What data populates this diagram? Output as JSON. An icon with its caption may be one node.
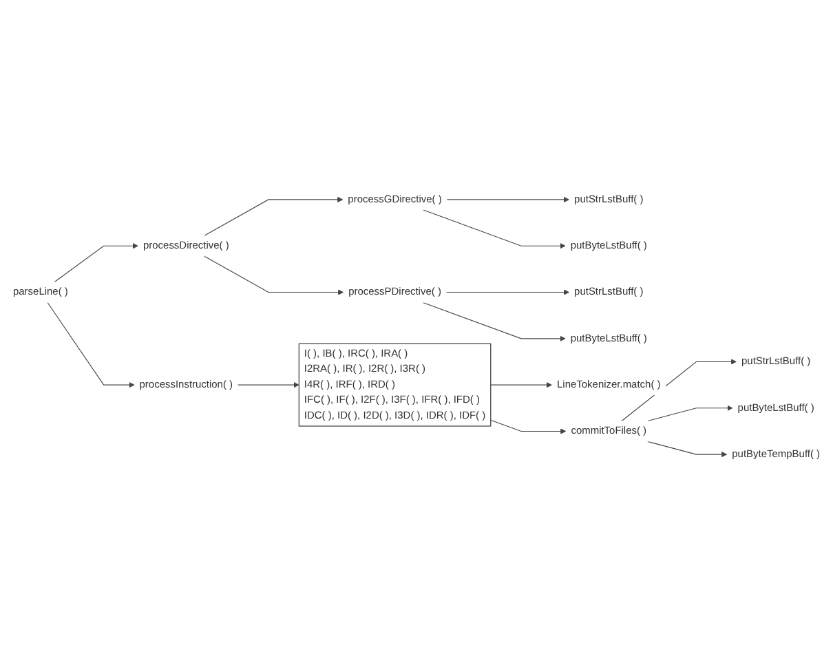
{
  "diagram": {
    "nodes": [
      {
        "text": [
          "parseLine( )"
        ]
      },
      {
        "text": [
          "processDirective( )"
        ]
      },
      {
        "text": [
          "processGDirective( )"
        ]
      },
      {
        "text": [
          "putStrLstBuff( )"
        ]
      },
      {
        "text": [
          "putByteLstBuff( )"
        ]
      },
      {
        "text": [
          "processPDirective( )"
        ]
      },
      {
        "text": [
          "putStrLstBuff( )"
        ]
      },
      {
        "text": [
          "putByteLstBuff( )"
        ]
      },
      {
        "text": [
          "processInstruction( )"
        ]
      },
      {
        "text": [
          "I( ), IB( ), IRC( ), IRA( )",
          "I2RA( ), IR( ), I2R( ), I3R( )",
          "I4R( ), IRF( ), IRD( )",
          "IFC( ), IF( ), I2F( ), I3F( ), IFR( ), IFD( )",
          "IDC( ), ID( ), I2D( ), I3D( ), IDR( ), IDF( )"
        ]
      },
      {
        "text": [
          "LineTokenizer.match( )"
        ]
      },
      {
        "text": [
          "commitToFiles( )"
        ]
      },
      {
        "text": [
          "putStrLstBuff( )"
        ]
      },
      {
        "text": [
          "putByteLstBuff( )"
        ]
      },
      {
        "text": [
          "putByteTempBuff( )"
        ]
      }
    ],
    "edges": [
      {
        "from": 0,
        "to": 1,
        "arrow": "to"
      },
      {
        "from": 0,
        "to": 8,
        "arrow": "to"
      },
      {
        "from": 1,
        "to": 2,
        "arrow": "to"
      },
      {
        "from": 1,
        "to": 5,
        "arrow": "to"
      },
      {
        "from": 2,
        "to": 3,
        "arrow": "to"
      },
      {
        "from": 2,
        "to": 4,
        "arrow": "to"
      },
      {
        "from": 5,
        "to": 6,
        "arrow": "to"
      },
      {
        "from": 5,
        "to": 7,
        "arrow": "to"
      },
      {
        "from": 8,
        "to": 9,
        "arrow": "to"
      },
      {
        "from": 9,
        "to": 10,
        "arrow": "to"
      },
      {
        "from": 9,
        "to": 11,
        "arrow": "to"
      },
      {
        "from": 11,
        "to": 12,
        "arrow": "to"
      },
      {
        "from": 11,
        "to": 13,
        "arrow": "to"
      },
      {
        "from": 11,
        "to": 14,
        "arrow": "to"
      }
    ]
  }
}
